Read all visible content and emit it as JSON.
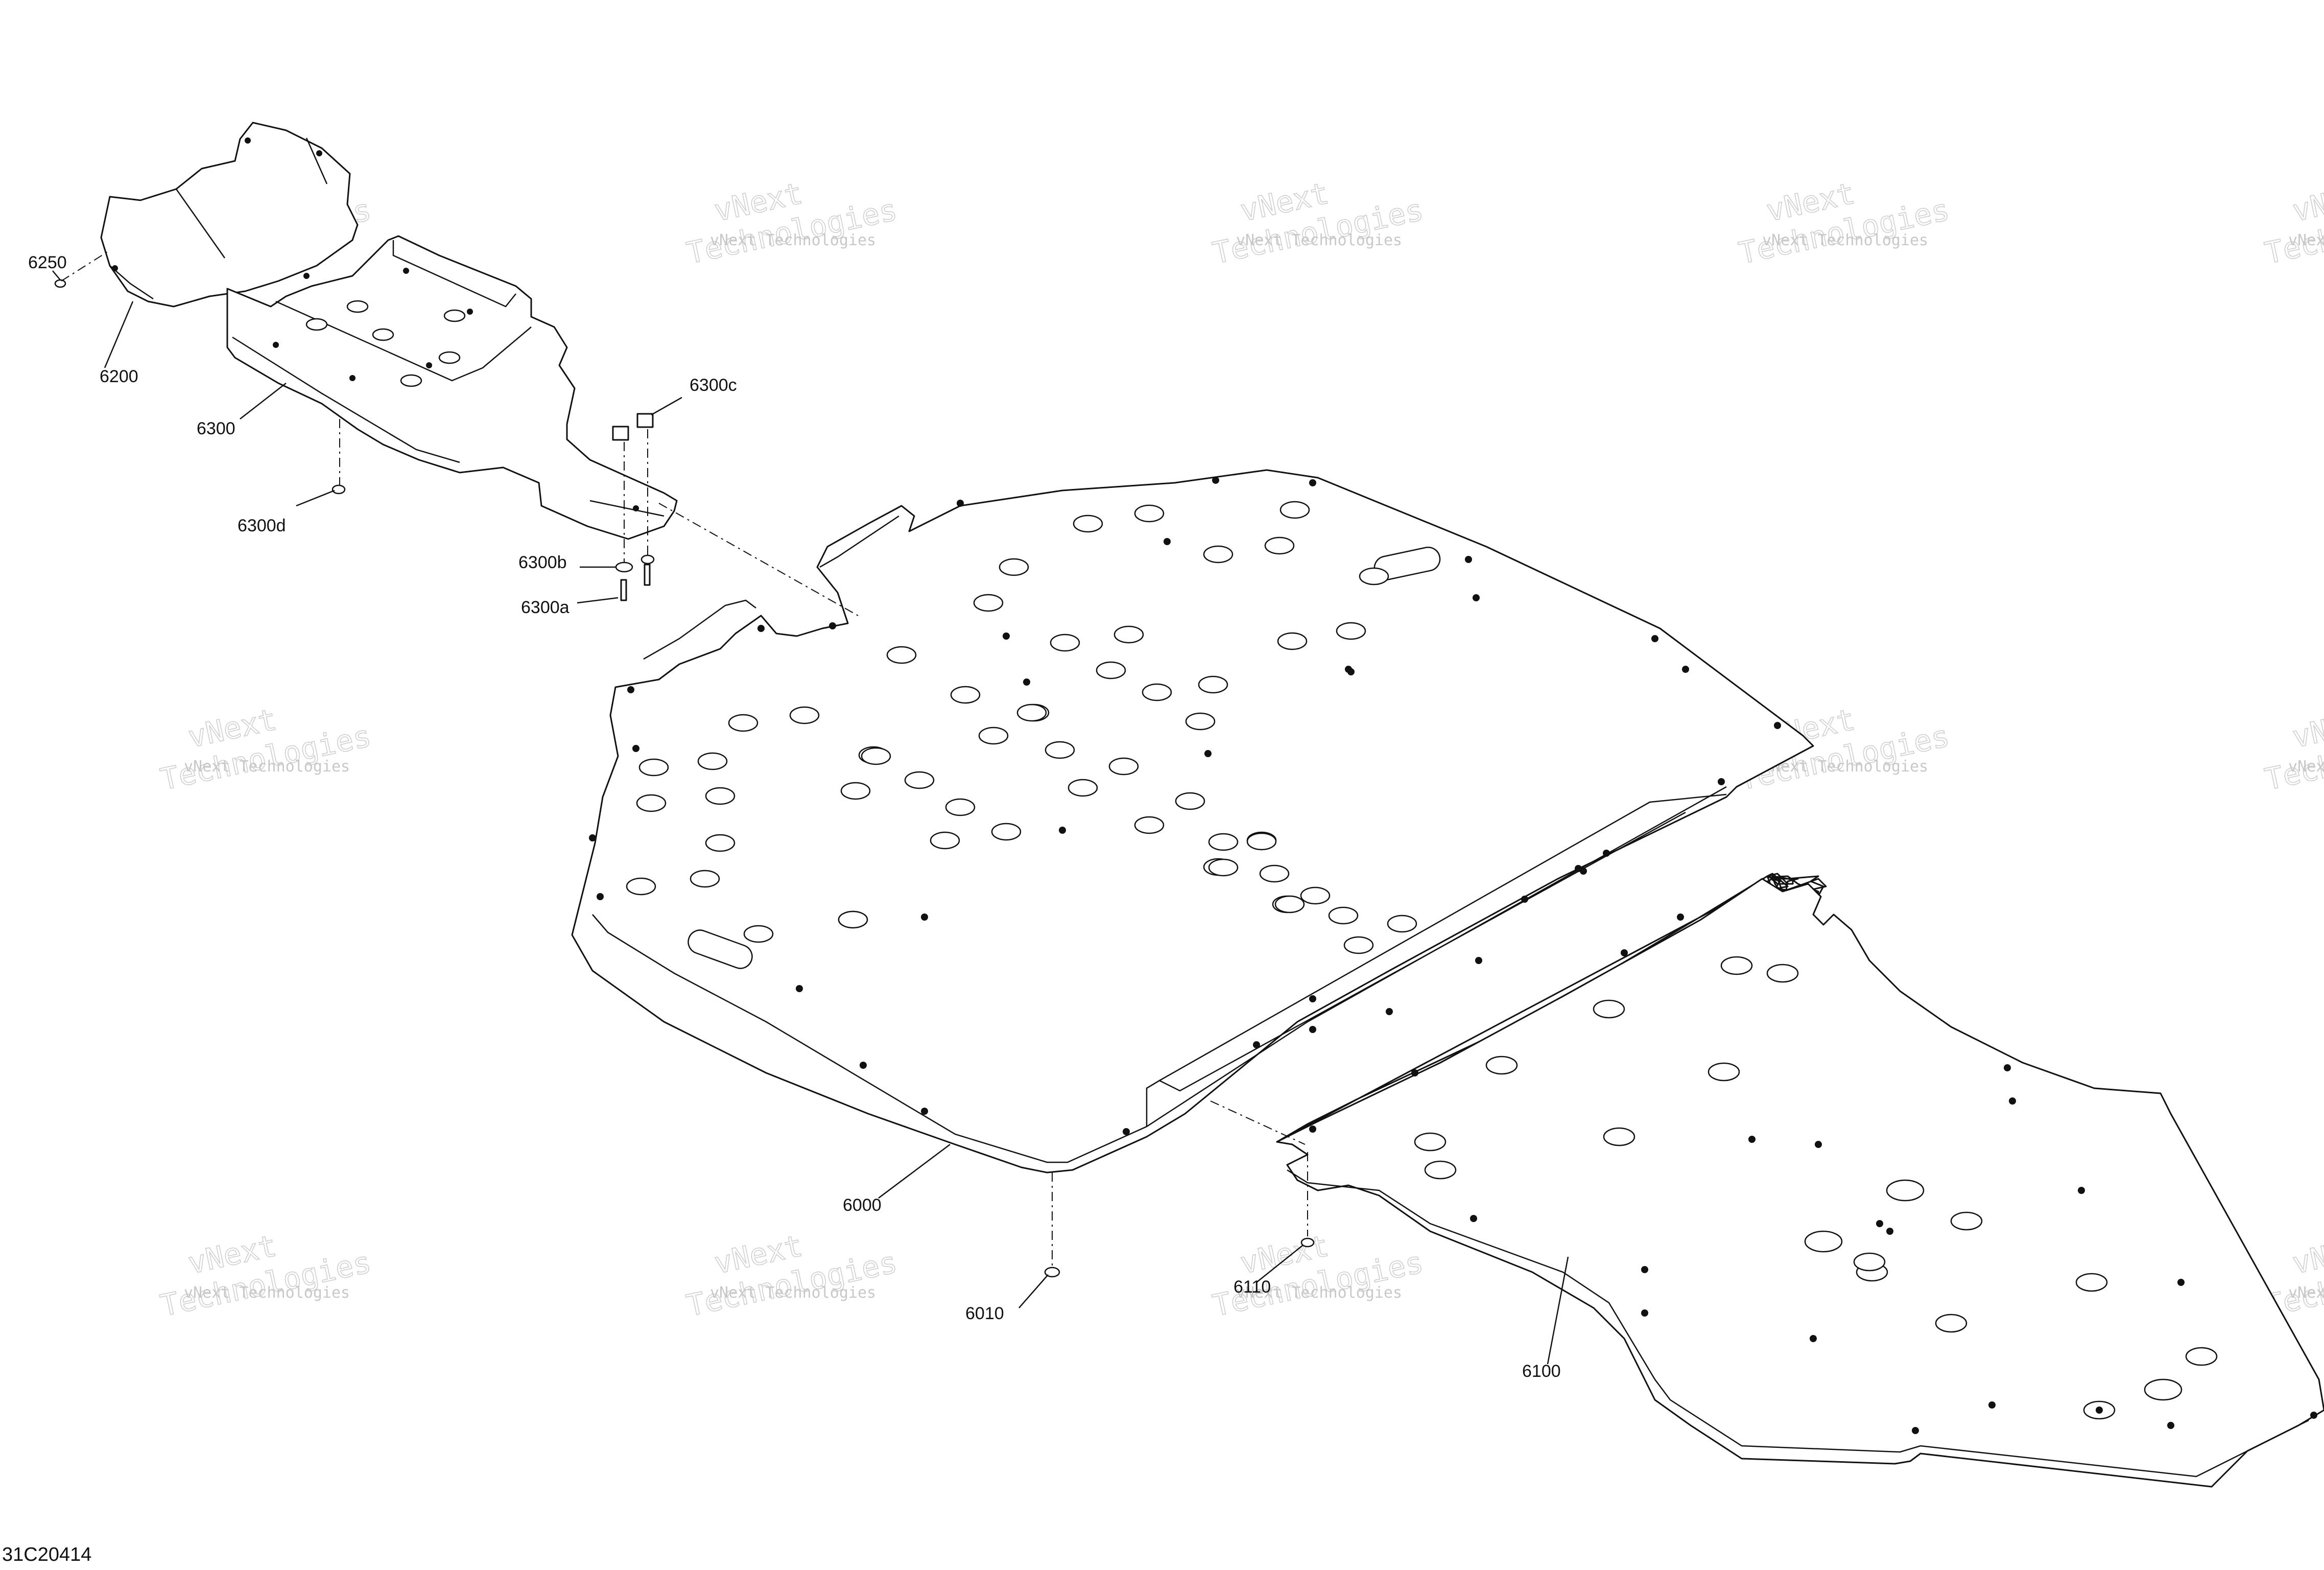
{
  "diagram": {
    "callouts": [
      "6250",
      "6200",
      "6300",
      "6300c",
      "6300d",
      "6300b",
      "6300a",
      "6000",
      "6010",
      "6110",
      "6100"
    ],
    "watermark": {
      "line1": "vNext Technologies",
      "line2": "vNext",
      "line3": "Technologies"
    },
    "doc_code": "31C20414"
  }
}
